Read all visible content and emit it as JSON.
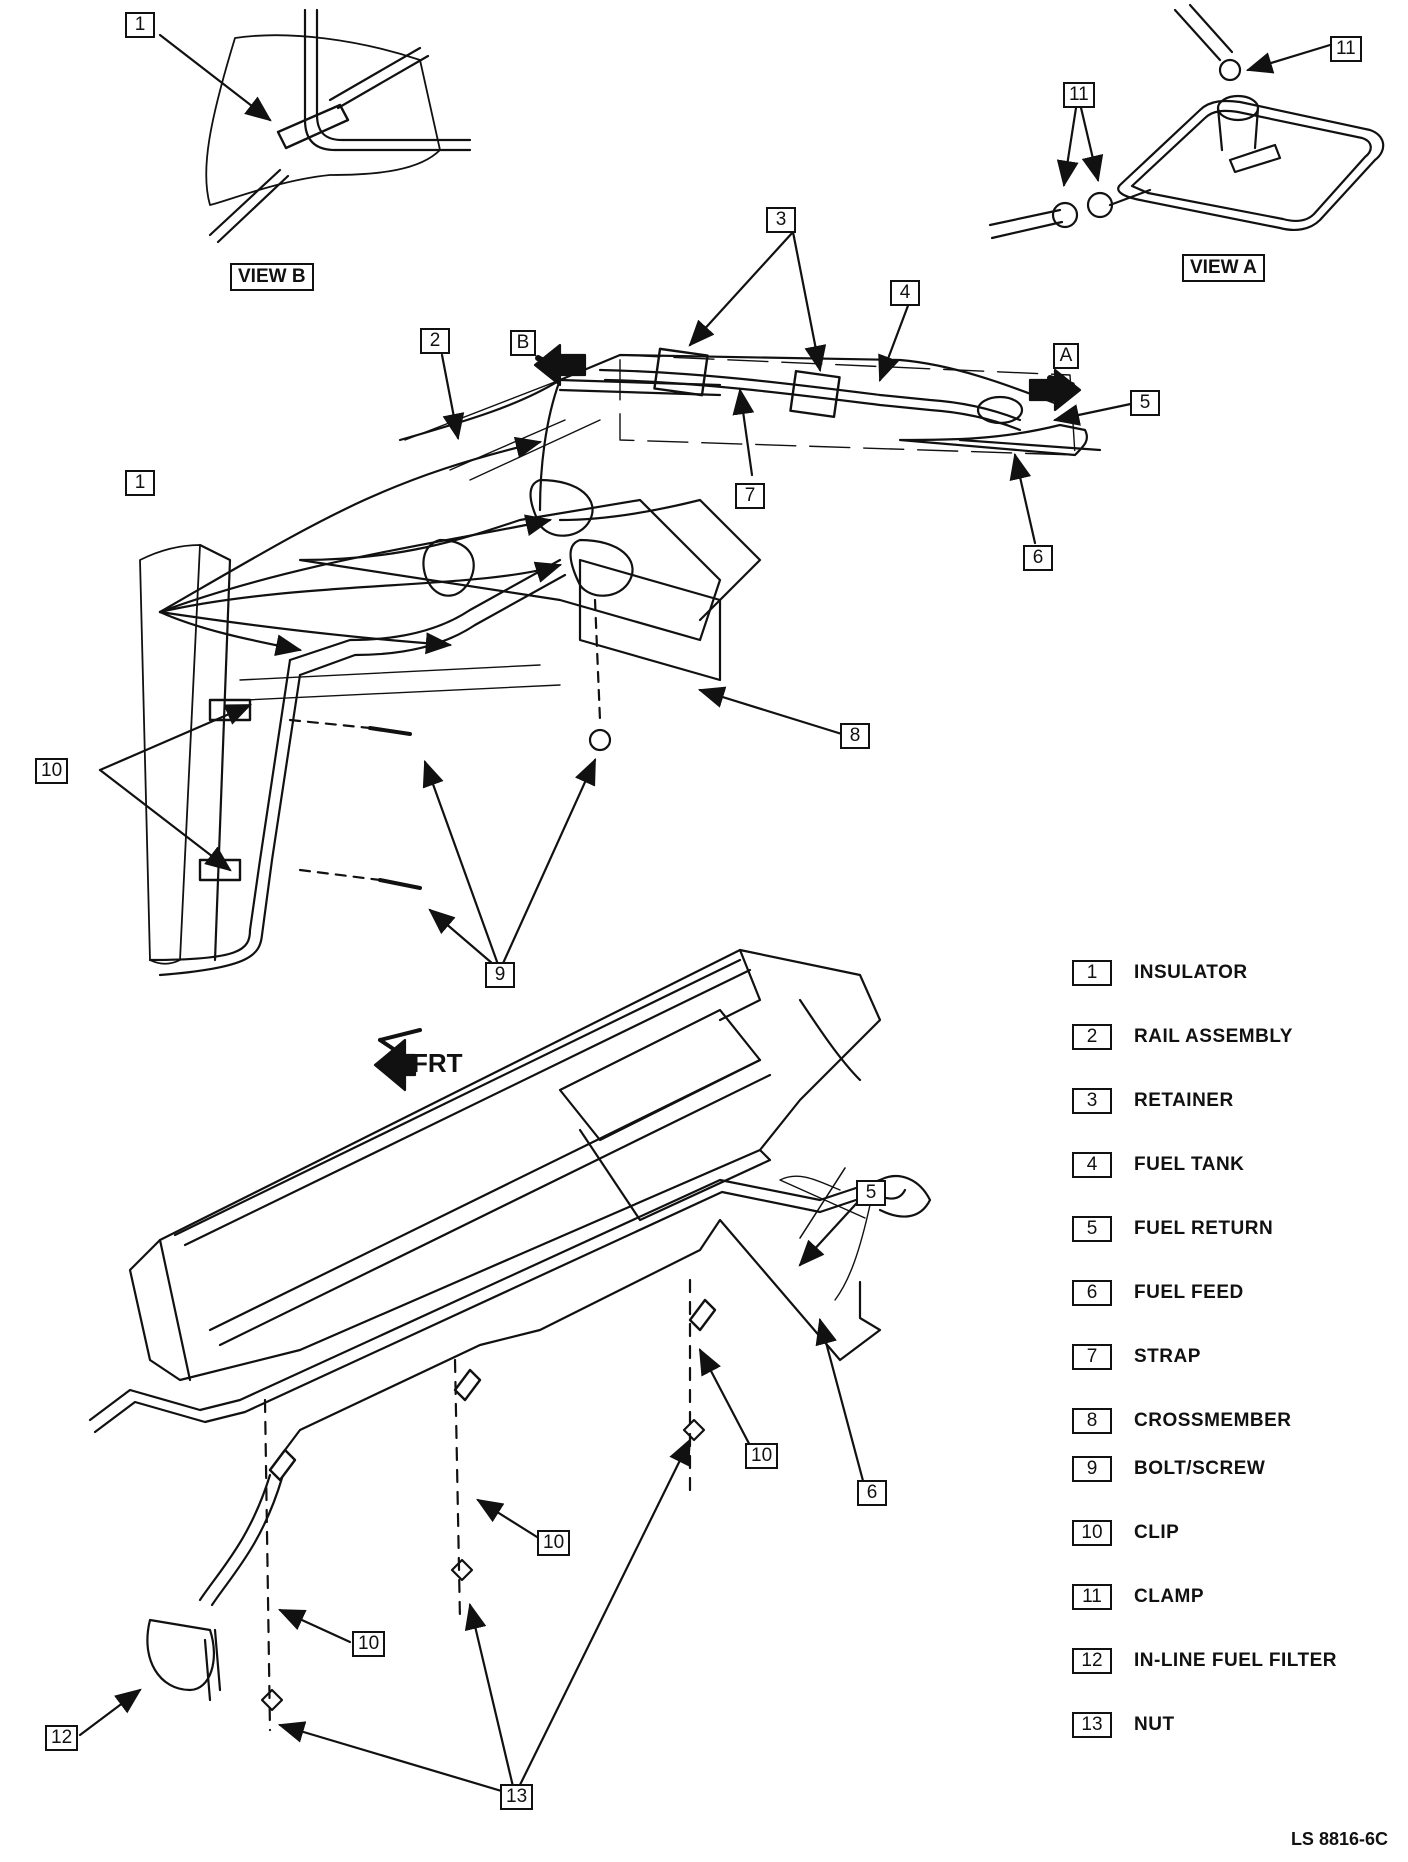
{
  "views": {
    "view_b": "VIEW B",
    "view_a": "VIEW A",
    "letter_b": "B",
    "letter_a": "A"
  },
  "direction": "FRT",
  "callouts": {
    "c1_viewb": "1",
    "c11_top": "11",
    "c11_left": "11",
    "c3": "3",
    "c4": "4",
    "c2": "2",
    "c5_top": "5",
    "c1_main": "1",
    "c7": "7",
    "c6_top": "6",
    "c8": "8",
    "c10_left": "10",
    "c9": "9",
    "c5_bottom": "5",
    "c10_r1": "10",
    "c6_bottom": "6",
    "c10_r2": "10",
    "c10_r3": "10",
    "c12": "12",
    "c13": "13"
  },
  "legend": [
    {
      "num": "1",
      "label": "INSULATOR"
    },
    {
      "num": "2",
      "label": "RAIL ASSEMBLY"
    },
    {
      "num": "3",
      "label": "RETAINER"
    },
    {
      "num": "4",
      "label": "FUEL TANK"
    },
    {
      "num": "5",
      "label": "FUEL RETURN"
    },
    {
      "num": "6",
      "label": "FUEL FEED"
    },
    {
      "num": "7",
      "label": "STRAP"
    },
    {
      "num": "8",
      "label": "CROSSMEMBER"
    },
    {
      "num": "9",
      "label": "BOLT/SCREW"
    },
    {
      "num": "10",
      "label": "CLIP"
    },
    {
      "num": "11",
      "label": "CLAMP"
    },
    {
      "num": "12",
      "label": "IN-LINE FUEL FILTER"
    },
    {
      "num": "13",
      "label": "NUT"
    }
  ],
  "figure_id": "LS 8816-6C"
}
